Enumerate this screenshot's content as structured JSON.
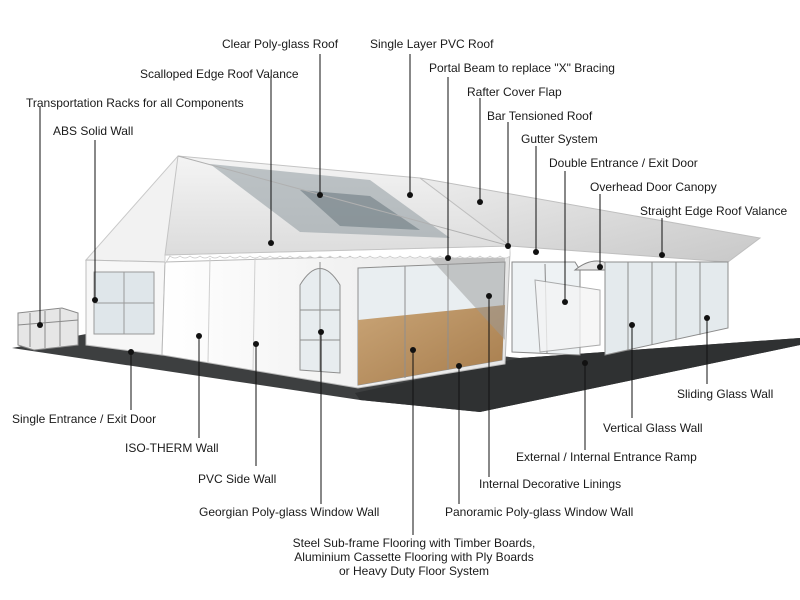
{
  "diagram": {
    "labels_top": {
      "clear_roof": "Clear Poly-glass Roof",
      "pvc_roof": "Single Layer PVC Roof",
      "portal_beam": "Portal Beam to replace \"X\" Bracing",
      "scalloped_valance": "Scalloped Edge Roof Valance",
      "rafter_flap": "Rafter Cover Flap",
      "transport_racks": "Transportation Racks for all Components",
      "bar_tensioned": "Bar Tensioned Roof",
      "abs_wall": "ABS Solid Wall",
      "gutter": "Gutter System",
      "double_door": "Double Entrance / Exit Door",
      "door_canopy": "Overhead Door Canopy",
      "straight_valance": "Straight Edge Roof Valance"
    },
    "labels_bottom": {
      "sliding_glass": "Sliding Glass Wall",
      "single_door": "Single Entrance / Exit Door",
      "vertical_glass": "Vertical Glass Wall",
      "iso_therm": "ISO-THERM Wall",
      "ramp": "External / Internal Entrance Ramp",
      "pvc_side": "PVC Side Wall",
      "decorative_linings": "Internal Decorative Linings",
      "georgian_window": "Georgian Poly-glass Window Wall",
      "panoramic_window": "Panoramic Poly-glass Window Wall",
      "flooring_line1": "Steel Sub-frame Flooring with Timber Boards,",
      "flooring_line2": "Aluminium Cassette Flooring with Ply Boards",
      "flooring_line3": "or Heavy Duty Floor System"
    }
  }
}
